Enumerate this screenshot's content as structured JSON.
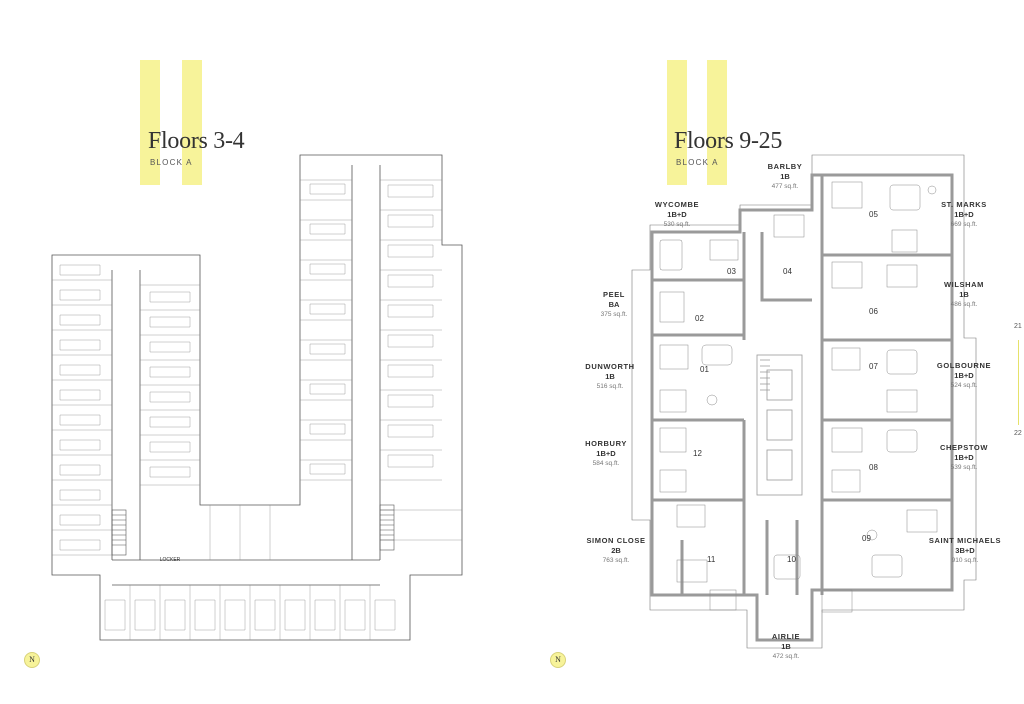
{
  "left_page": {
    "title": "Floors 3-4",
    "block": "BLOCK A",
    "north": "N",
    "locker_label": "LOCKER",
    "unit_tags": [
      "LOCKER"
    ]
  },
  "right_page": {
    "title": "Floors 9-25",
    "block": "BLOCK A",
    "north": "N",
    "page_numbers": [
      "21",
      "22"
    ],
    "units": [
      {
        "name": "BARLBY",
        "type": "1B",
        "size": "477 sq.ft."
      },
      {
        "name": "WYCOMBE",
        "type": "1B+D",
        "size": "530 sq.ft."
      },
      {
        "name": "ST. MARKS",
        "type": "1B+D",
        "size": "669 sq.ft."
      },
      {
        "name": "PEEL",
        "type": "BA",
        "size": "375 sq.ft."
      },
      {
        "name": "WILSHAM",
        "type": "1B",
        "size": "486 sq.ft."
      },
      {
        "name": "DUNWORTH",
        "type": "1B",
        "size": "516 sq.ft."
      },
      {
        "name": "GOLBOURNE",
        "type": "1B+D",
        "size": "524 sq.ft."
      },
      {
        "name": "HORBURY",
        "type": "1B+D",
        "size": "584 sq.ft."
      },
      {
        "name": "CHEPSTOW",
        "type": "1B+D",
        "size": "539 sq.ft."
      },
      {
        "name": "SIMON CLOSE",
        "type": "2B",
        "size": "763 sq.ft."
      },
      {
        "name": "SAINT MICHAELS",
        "type": "3B+D",
        "size": "910 sq.ft."
      },
      {
        "name": "AIRLIE",
        "type": "1B",
        "size": "472 sq.ft."
      }
    ],
    "unit_numbers": [
      "01",
      "02",
      "03",
      "04",
      "05",
      "06",
      "07",
      "08",
      "09",
      "10",
      "11",
      "12"
    ]
  },
  "colors": {
    "accent": "#f7f39a",
    "lines": "#555555",
    "walls": "#9a9a9a"
  }
}
